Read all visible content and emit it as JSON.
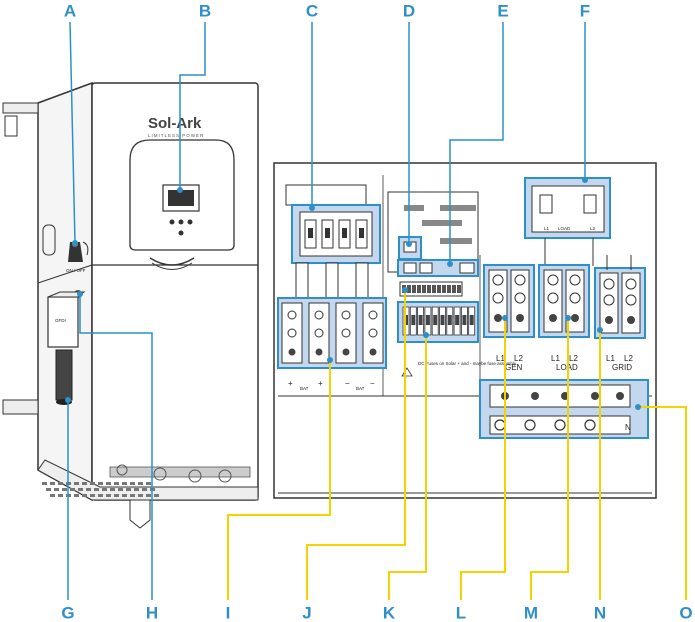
{
  "callouts": [
    "A",
    "B",
    "C",
    "D",
    "E",
    "F",
    "G",
    "H",
    "I",
    "J",
    "K",
    "L",
    "M",
    "N",
    "O"
  ],
  "unit": {
    "brand": "Sol-Ark",
    "tagline": "LIMITLESS POWER",
    "switch_label": "ON / OFF",
    "gfdi_label": "GFDI"
  },
  "wiring": {
    "bat_labels": [
      "BAT",
      "BAT"
    ],
    "gen": {
      "l1": "L1",
      "l2": "L2",
      "name": "GEN"
    },
    "load_top": {
      "l1": "L1",
      "name": "LOAD",
      "l2": "L2"
    },
    "load_bottom": {
      "l1": "L1",
      "l2": "L2",
      "name": "LOAD"
    },
    "grid": {
      "l1": "L1",
      "l2": "L2",
      "name": "GRID"
    },
    "neutral": "N",
    "warning": "DC Fuses on Solar + and - maybe fuse assembly"
  },
  "colors": {
    "accent": "#2f8fc9",
    "leader_yellow": "#f4d400",
    "box_fill": "#c3d8ee"
  }
}
